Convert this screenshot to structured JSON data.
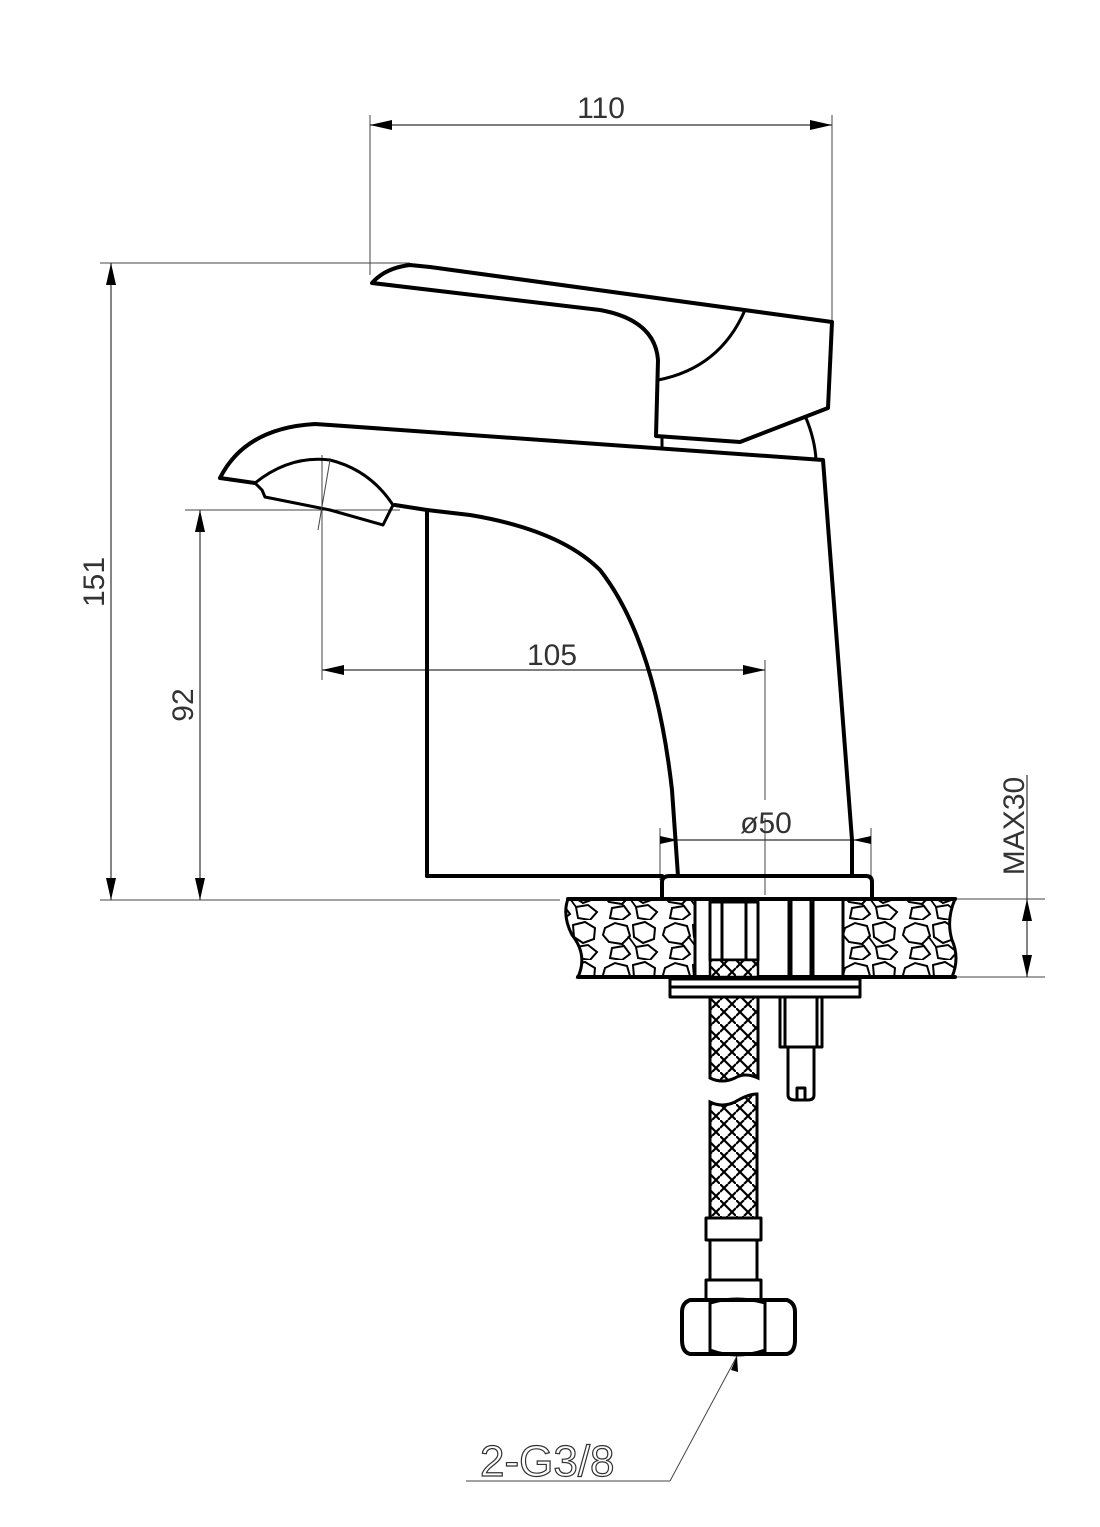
{
  "drawing": {
    "title": "Basin mixer tap technical drawing",
    "units": "mm",
    "colors": {
      "line": "#000000",
      "dimension": "#333333",
      "background": "#ffffff"
    }
  },
  "dimensions": {
    "overall_width": {
      "label": "110",
      "value": 110
    },
    "overall_height": {
      "label": "151",
      "value": 151
    },
    "spout_height": {
      "label": "92",
      "value": 92
    },
    "spout_reach": {
      "label": "105",
      "value": 105
    },
    "base_diameter": {
      "label": "ø50",
      "value": 50
    },
    "max_deck_thickness": {
      "label": "MAX30",
      "value": 30
    }
  },
  "callouts": {
    "hose_connection": {
      "label": "2-G3/8"
    }
  },
  "components": [
    {
      "name": "lever-handle"
    },
    {
      "name": "spout-body"
    },
    {
      "name": "aerator"
    },
    {
      "name": "base-flange"
    },
    {
      "name": "countertop-section"
    },
    {
      "name": "mounting-plate"
    },
    {
      "name": "threaded-stud"
    },
    {
      "name": "braided-hose"
    },
    {
      "name": "hex-nut-connector"
    }
  ]
}
